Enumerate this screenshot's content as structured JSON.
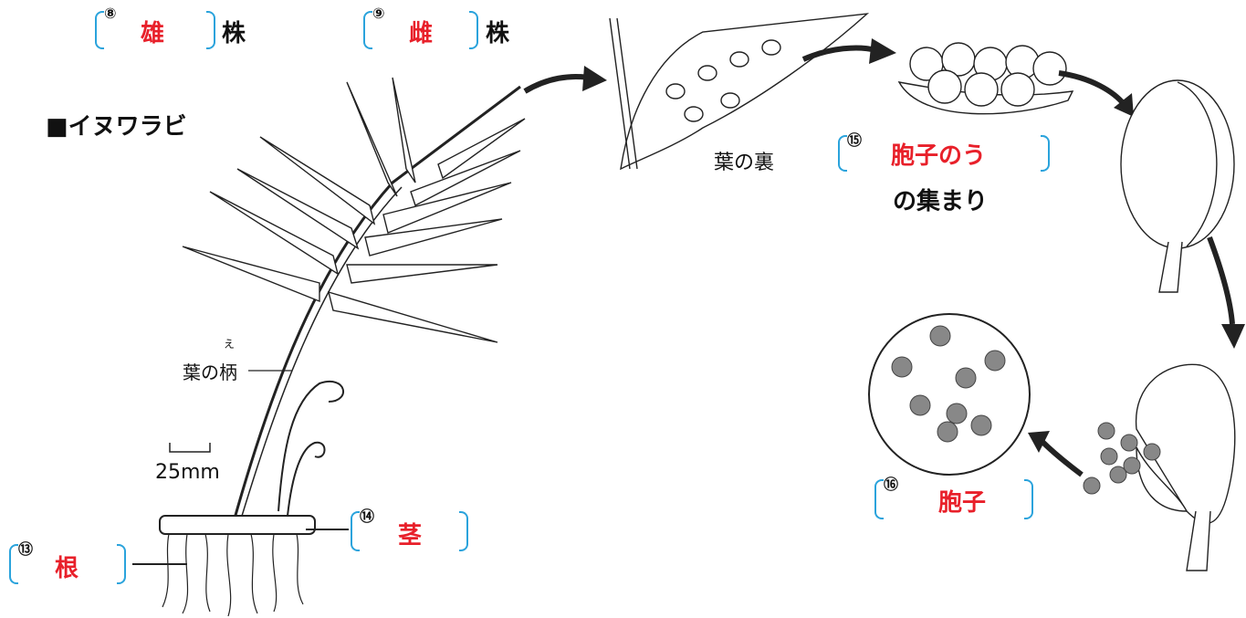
{
  "top": {
    "q8": {
      "num": "⑧",
      "answer": "雄",
      "suffix": "株"
    },
    "q9": {
      "num": "⑨",
      "answer": "雌",
      "suffix": "株"
    }
  },
  "title": "■イヌワラビ",
  "labels": {
    "leaf_stalk": "葉の柄",
    "leaf_stalk_ruby": "え",
    "scale": "25mm",
    "leaf_back": "葉の裏",
    "sporangia_suffix": "の集まり"
  },
  "answers": {
    "q13": {
      "num": "⑬",
      "answer": "根"
    },
    "q14": {
      "num": "⑭",
      "answer": "茎"
    },
    "q15": {
      "num": "⑮",
      "answer": "胞子のう"
    },
    "q16": {
      "num": "⑯",
      "answer": "胞子"
    }
  },
  "colors": {
    "answer": "#e8202a",
    "bracket": "#2aa3dc"
  }
}
